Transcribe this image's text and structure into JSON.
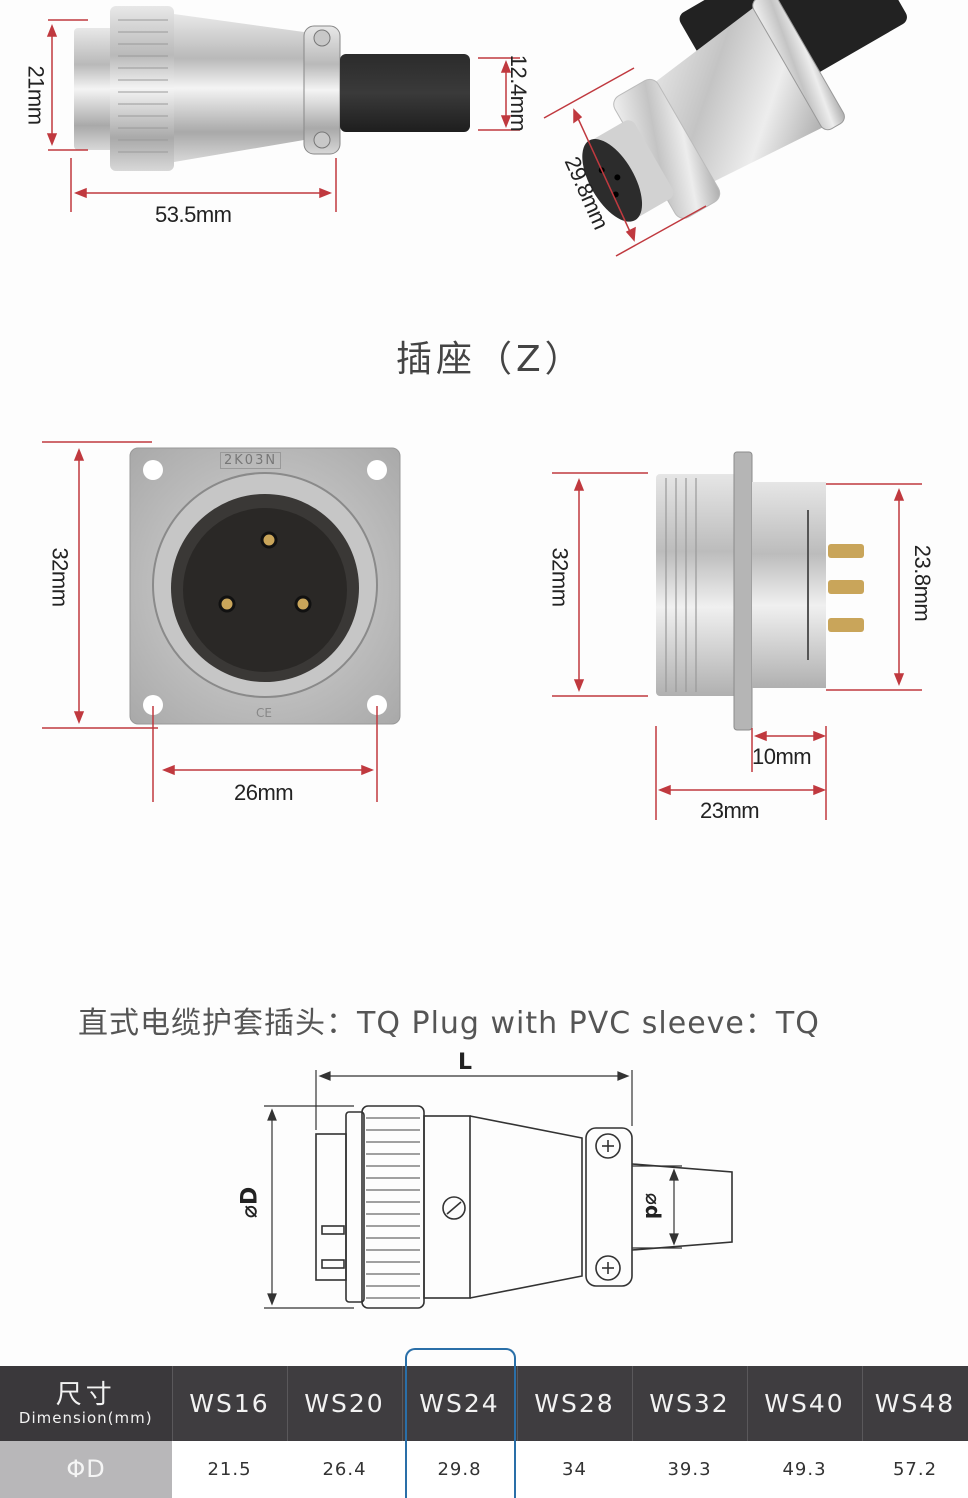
{
  "top_left_plug": {
    "diameter_label": "21mm",
    "length_label": "53.5mm"
  },
  "top_right_plug": {
    "cable_diameter_label": "12.4mm",
    "face_diameter_label": "29.8mm"
  },
  "socket_section": {
    "title": "插座（Z）",
    "front_view": {
      "height_label": "32mm",
      "hole_spacing_label": "26mm",
      "flange_marking": "2K03N",
      "ce_mark": "CE"
    },
    "side_view": {
      "height_label": "32mm",
      "rear_diameter_label": "23.8mm",
      "rear_length_label": "10mm",
      "total_length_label": "23mm"
    }
  },
  "plug_section": {
    "title": "直式电缆护套插头：TQ Plug with PVC sleeve：TQ",
    "drawing": {
      "length_label": "L",
      "outer_diameter_label": "⌀D",
      "cable_diameter_label": "⌀d"
    }
  },
  "dimension_table": {
    "header_zh": "尺寸",
    "header_en": "Dimension(mm)",
    "columns": [
      "WS16",
      "WS20",
      "WS24",
      "WS28",
      "WS32",
      "WS40",
      "WS48"
    ],
    "rows": [
      {
        "label": "ΦD",
        "values": [
          "21.5",
          "26.4",
          "29.8",
          "34",
          "39.3",
          "49.3",
          "57.2"
        ]
      }
    ],
    "highlighted_column": "WS24",
    "highlight_color": "#2a6fa8"
  },
  "colors": {
    "dimension_line": "#c0393f",
    "table_header_bg": "#3f3d40",
    "table_label_bg": "#b8b7b9"
  }
}
